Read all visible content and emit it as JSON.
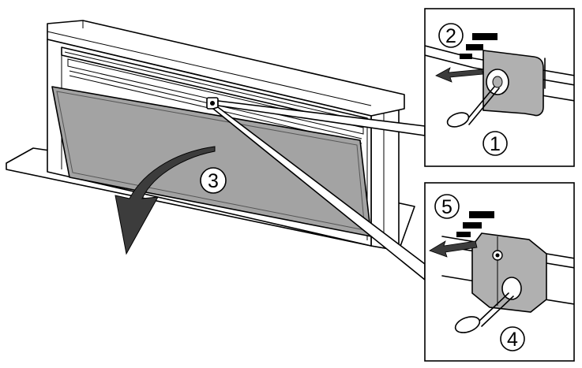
{
  "steps": [
    {
      "id": "step-1",
      "label": "1"
    },
    {
      "id": "step-2",
      "label": "2"
    },
    {
      "id": "step-3",
      "label": "3"
    },
    {
      "id": "step-4",
      "label": "4"
    },
    {
      "id": "step-5",
      "label": "5"
    }
  ],
  "colors": {
    "line": "#000000",
    "filter_panel": "#a3a3a3",
    "hood_body": "#ffffff",
    "detail_part": "#b0b0b0",
    "direction_arrow": "#3c3c3c"
  }
}
